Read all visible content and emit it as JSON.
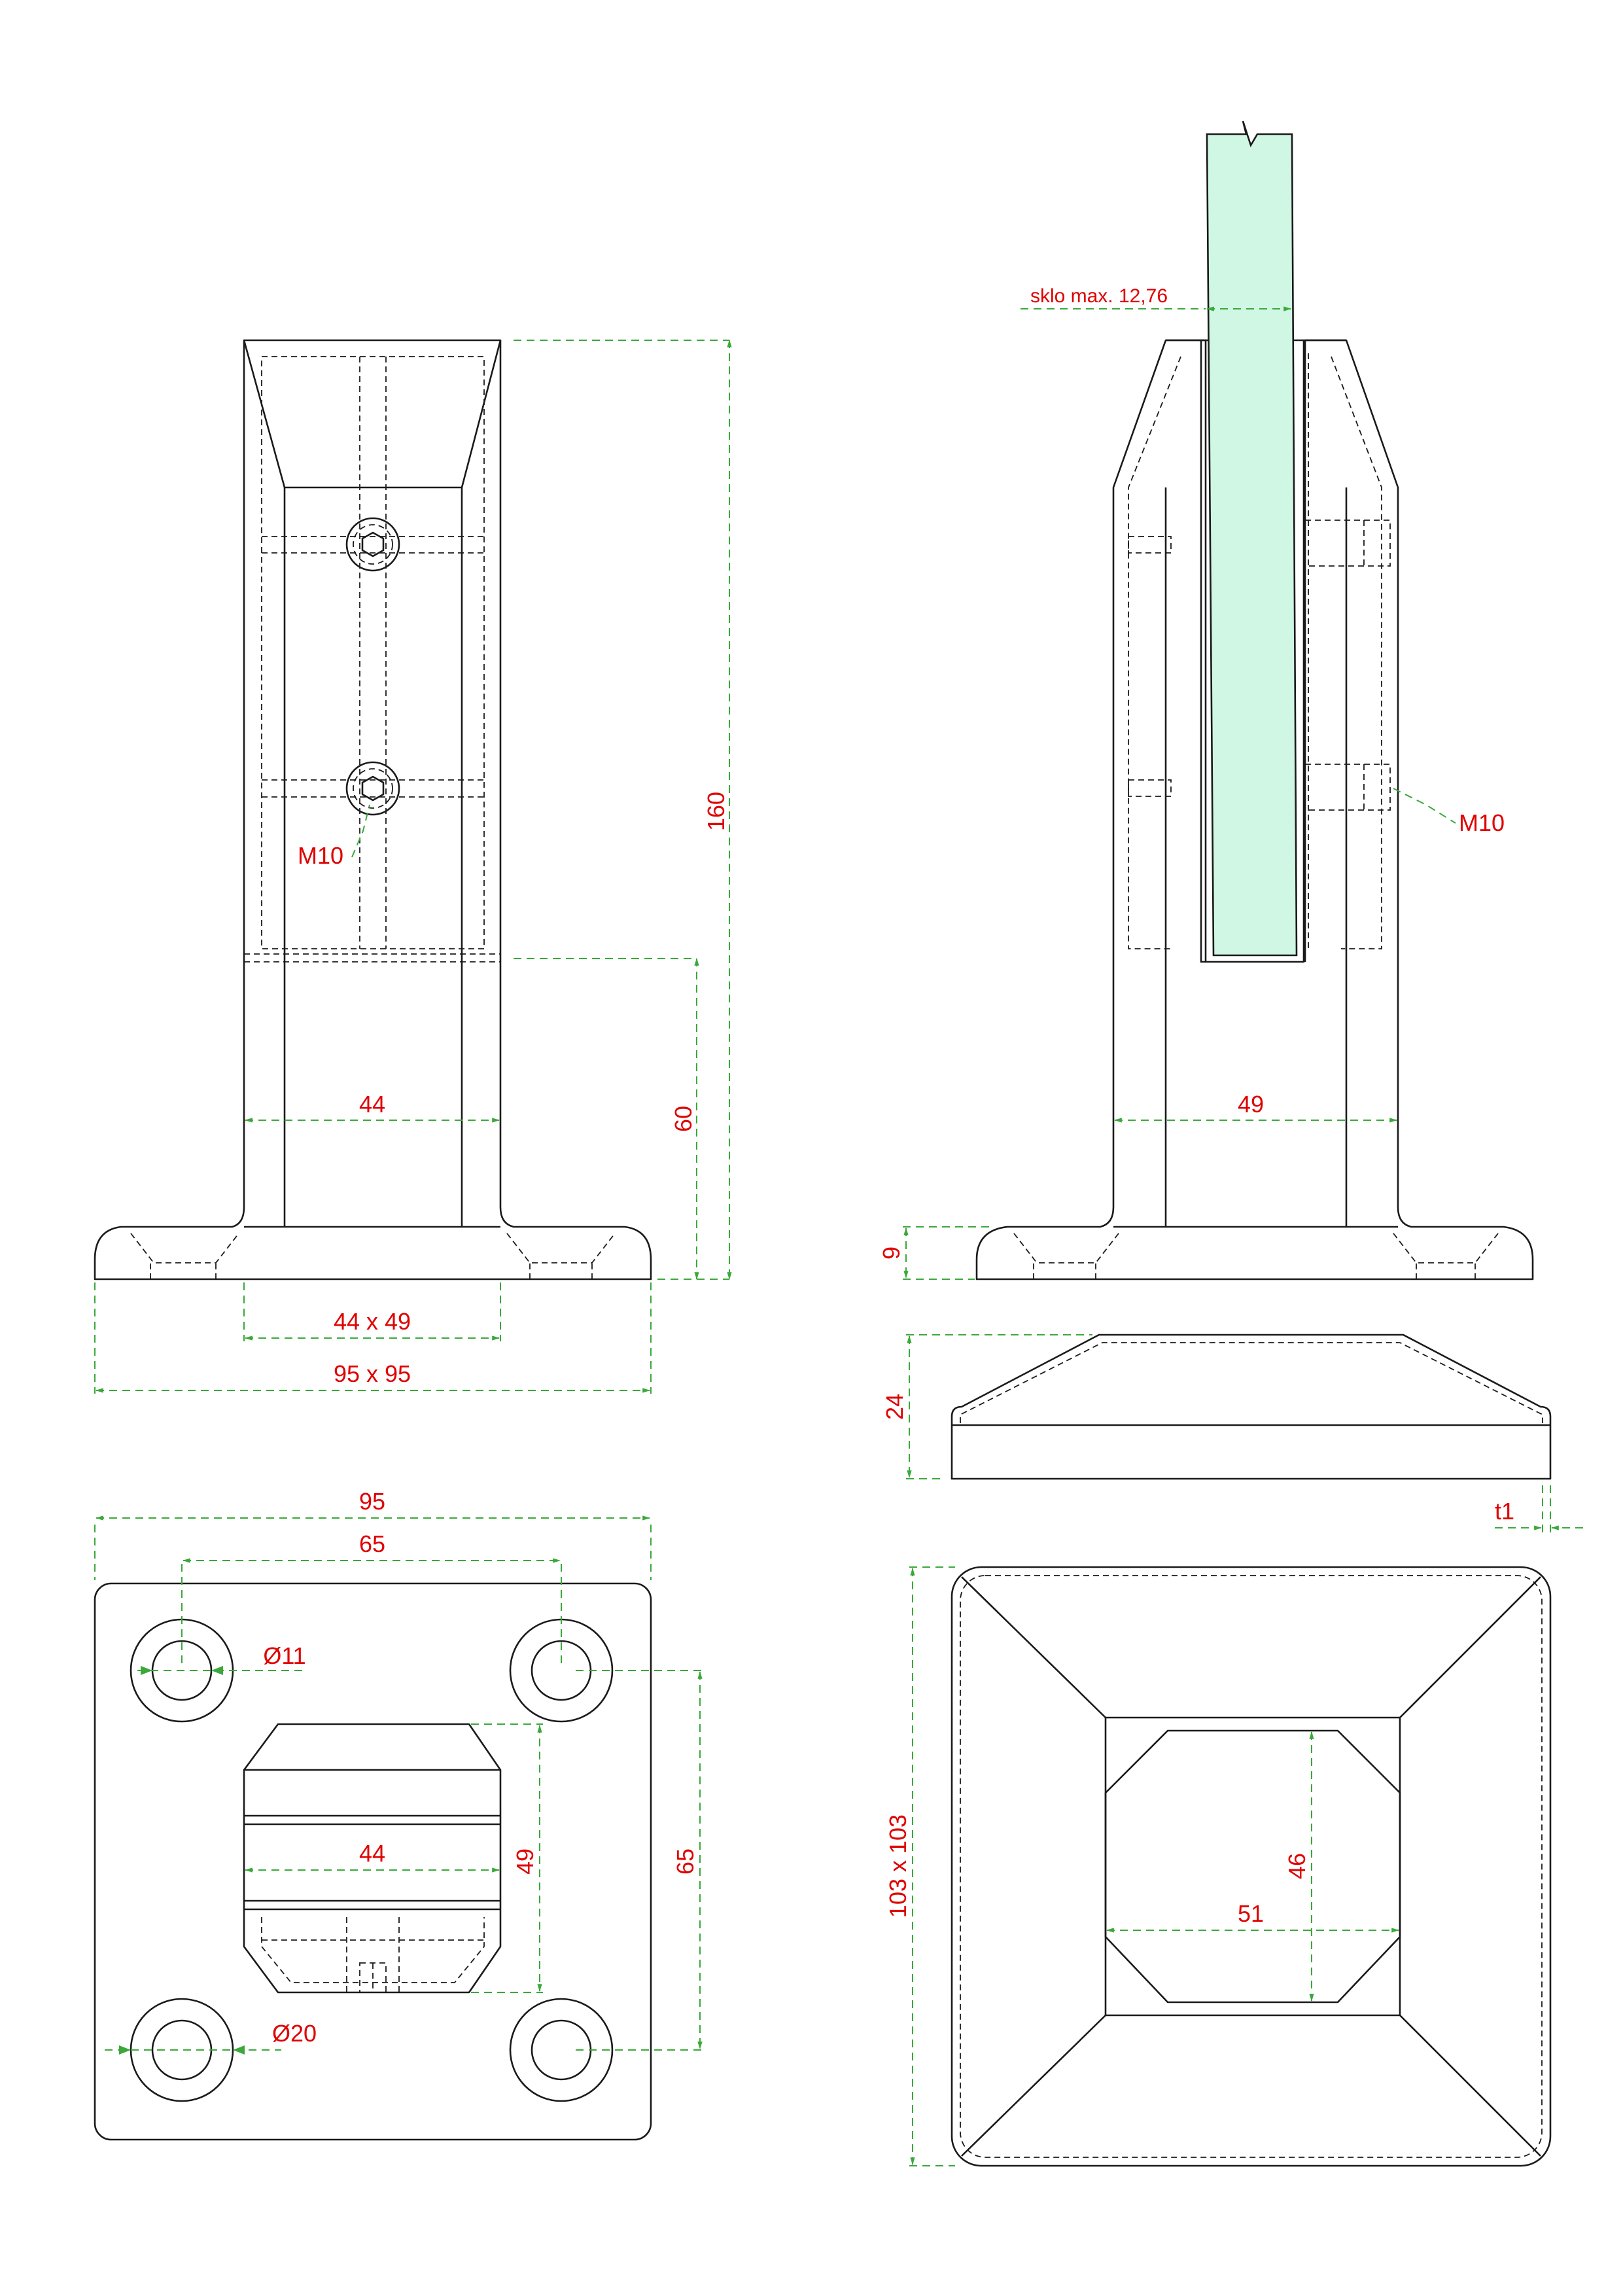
{
  "dimensions": {
    "height_total": "160",
    "height_lower": "60",
    "width_post_front": "44",
    "base_thickness": "9",
    "post_section": "44 x 49",
    "base_size": "95 x 95",
    "width_post_side": "49",
    "glass_max": "sklo max. 12,76",
    "cover_height": "24",
    "cover_thickness": "t1",
    "plate_width": "95",
    "hole_spacing_x": "65",
    "hole_dia_inner": "Ø11",
    "hole_dia_outer": "Ø20",
    "post_width_top": "44",
    "post_depth_top": "49",
    "hole_spacing_y": "65",
    "cover_size": "103 x 103",
    "cover_opening_w": "51",
    "cover_opening_h": "46"
  },
  "callouts": {
    "screw_front": "M10",
    "screw_side": "M10"
  },
  "colors": {
    "outline": "#1a1a1a",
    "dimension_line": "#3aa83a",
    "dimension_text": "#e00000",
    "glass_fill": "#cff7e3"
  }
}
